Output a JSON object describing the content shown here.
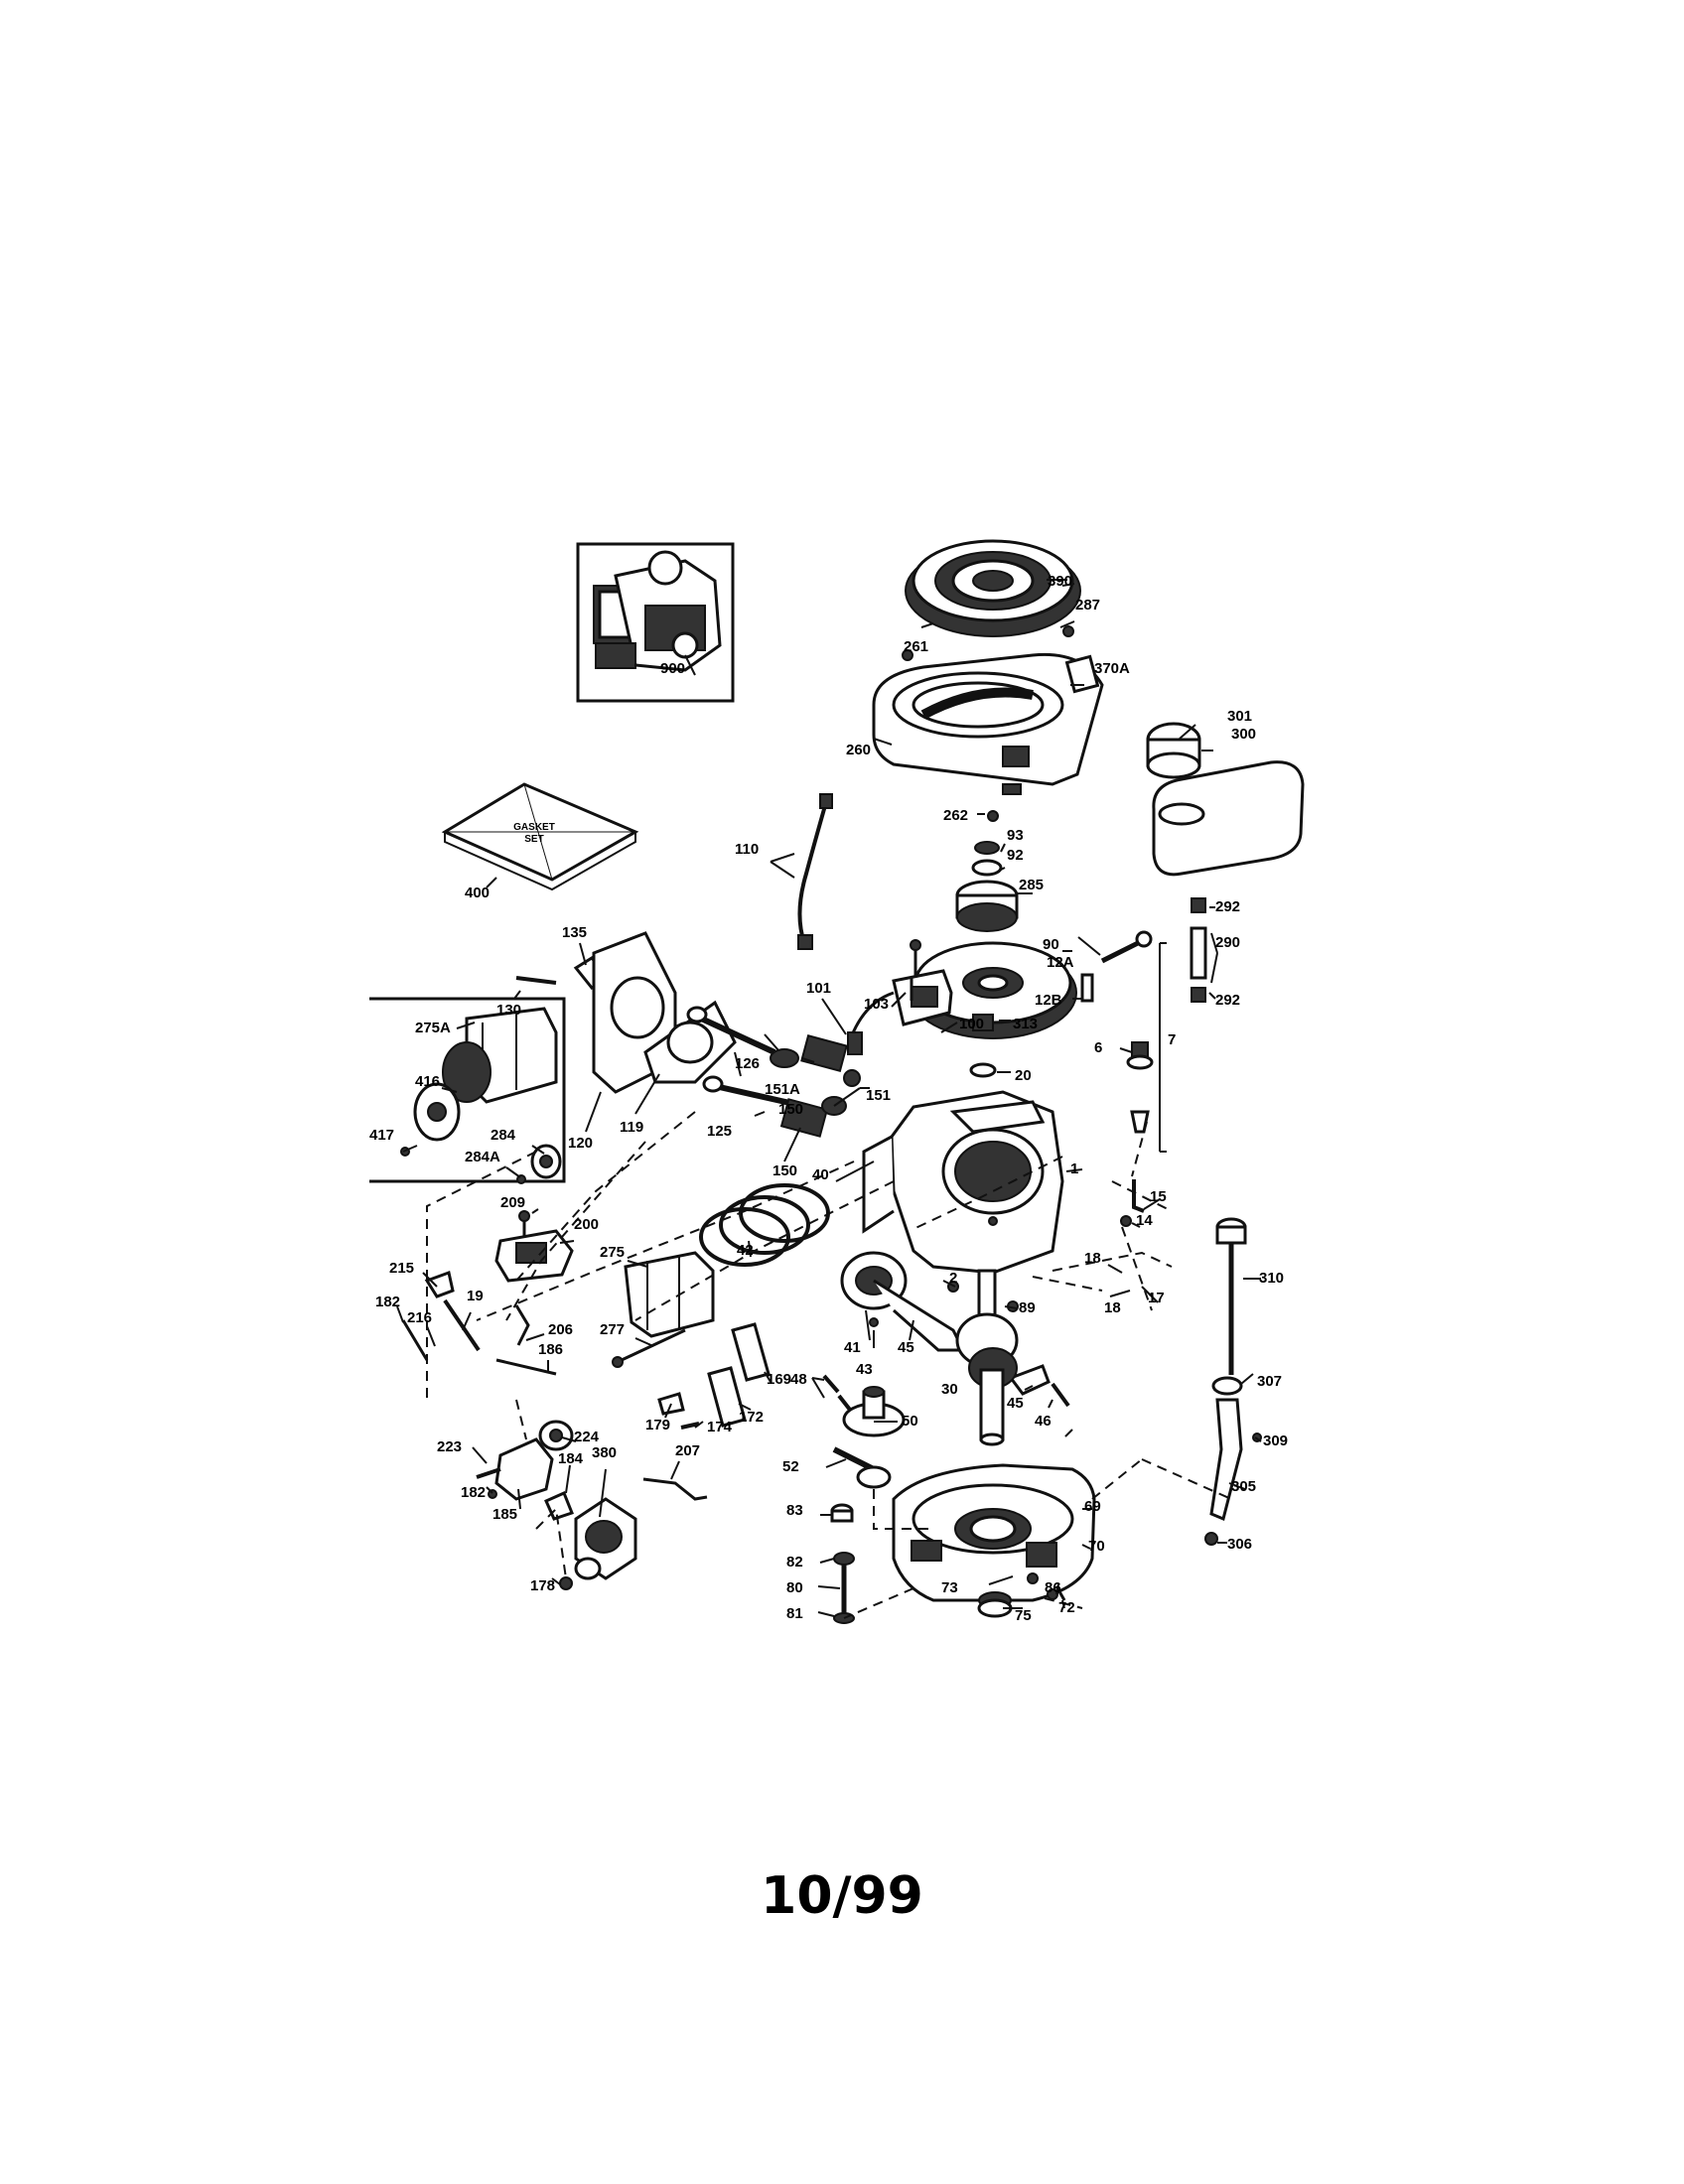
{
  "page_number": "10/99",
  "gasket_set_label": [
    "GASKET",
    "SET"
  ],
  "callouts": {
    "c900": "900",
    "c390": "390",
    "c287": "287",
    "c261": "261",
    "c370a": "370A",
    "c301": "301",
    "c300": "300",
    "c260": "260",
    "c262": "262",
    "c400": "400",
    "c110": "110",
    "c93": "93",
    "c92": "92",
    "c285": "285",
    "c292a": "292",
    "c290": "290",
    "c292b": "292",
    "c135": "135",
    "c130": "130",
    "c90": "90",
    "c12a": "12A",
    "c12b": "12B",
    "c6": "6",
    "c7": "7",
    "c275a": "275A",
    "c416": "416",
    "c417": "417",
    "c284": "284",
    "c284a": "284A",
    "c120": "120",
    "c119": "119",
    "c126": "126",
    "c101": "101",
    "c103": "103",
    "c151a": "151A",
    "c150a": "150",
    "c100": "100",
    "c313": "313",
    "c20": "20",
    "c125": "125",
    "c151": "151",
    "c150b": "150",
    "c40": "40",
    "c1": "1",
    "c15": "15",
    "c14": "14",
    "c209": "209",
    "c200": "200",
    "c42": "42",
    "c275": "275",
    "c215": "215",
    "c18a": "18",
    "c18b": "18",
    "c17": "17",
    "c310": "310",
    "c2": "2",
    "c89": "89",
    "c182a": "182",
    "c19": "19",
    "c216": "216",
    "c206": "206",
    "c186": "186",
    "c277": "277",
    "c41": "41",
    "c43": "43",
    "c45a": "45",
    "c307": "307",
    "c48": "48",
    "c169": "169",
    "c179": "179",
    "c174": "174",
    "c172": "172",
    "c30": "30",
    "c45b": "45",
    "c46": "46",
    "c50": "50",
    "c224": "224",
    "c309": "309",
    "c223": "223",
    "c184": "184",
    "c380": "380",
    "c207": "207",
    "c52": "52",
    "c305": "305",
    "c182b": "182",
    "c185": "185",
    "c83": "83",
    "c69": "69",
    "c306": "306",
    "c82": "82",
    "c70": "70",
    "c80": "80",
    "c73": "73",
    "c86": "86",
    "c178": "178",
    "c81": "81",
    "c75": "75",
    "c72": "72"
  }
}
